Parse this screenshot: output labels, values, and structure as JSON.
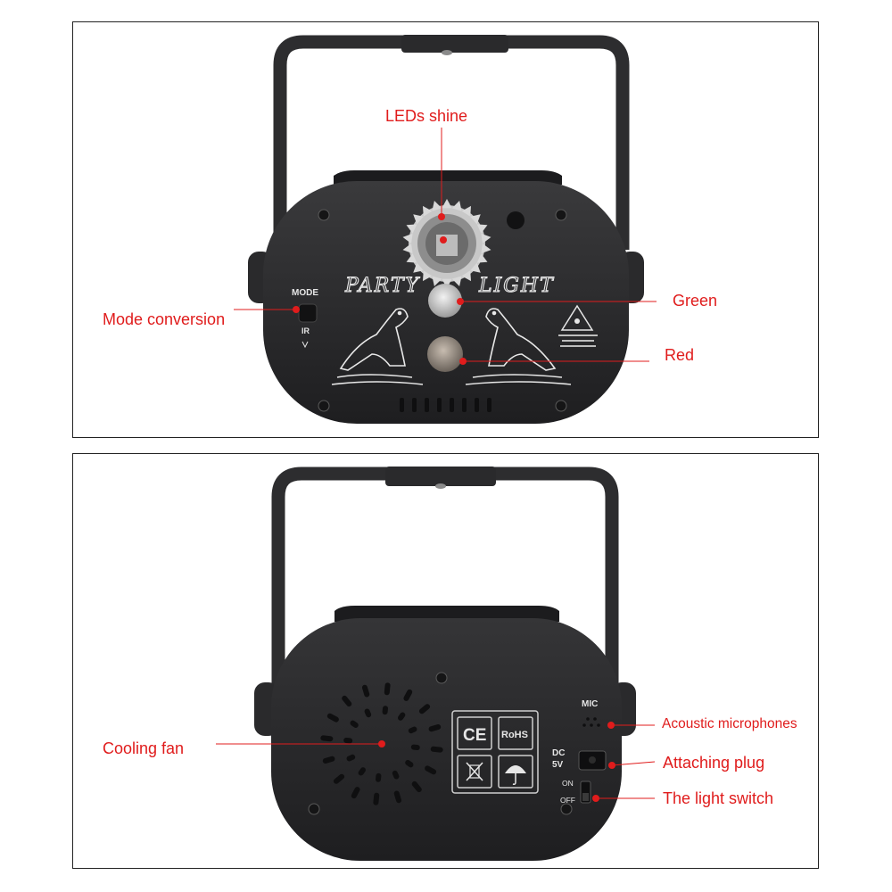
{
  "colors": {
    "accent": "#e01c1c",
    "device_body": "#2b2b2d",
    "panel_border": "#222222"
  },
  "front_panel": {
    "brand_text": [
      "PARTY",
      "LIGHT"
    ],
    "control_labels": {
      "mode": "MODE",
      "ir": "IR"
    },
    "callouts": {
      "leds_shine": "LEDs shine",
      "green": "Green",
      "red": "Red",
      "mode_conversion": "Mode conversion"
    }
  },
  "back_panel": {
    "port_labels": {
      "mic": "MIC",
      "dc": "DC",
      "voltage": "5V",
      "on": "ON",
      "off": "OFF"
    },
    "certifications": {
      "ce": "CE",
      "rohs": "RoHS"
    },
    "icons": [
      "ce-mark-icon",
      "rohs-mark-icon",
      "weee-bin-icon",
      "keep-dry-umbrella-icon"
    ],
    "callouts": {
      "cooling_fan": "Cooling fan",
      "acoustic_microphones": "Acoustic microphones",
      "attaching_plug": "Attaching plug",
      "light_switch": "The light switch"
    }
  }
}
